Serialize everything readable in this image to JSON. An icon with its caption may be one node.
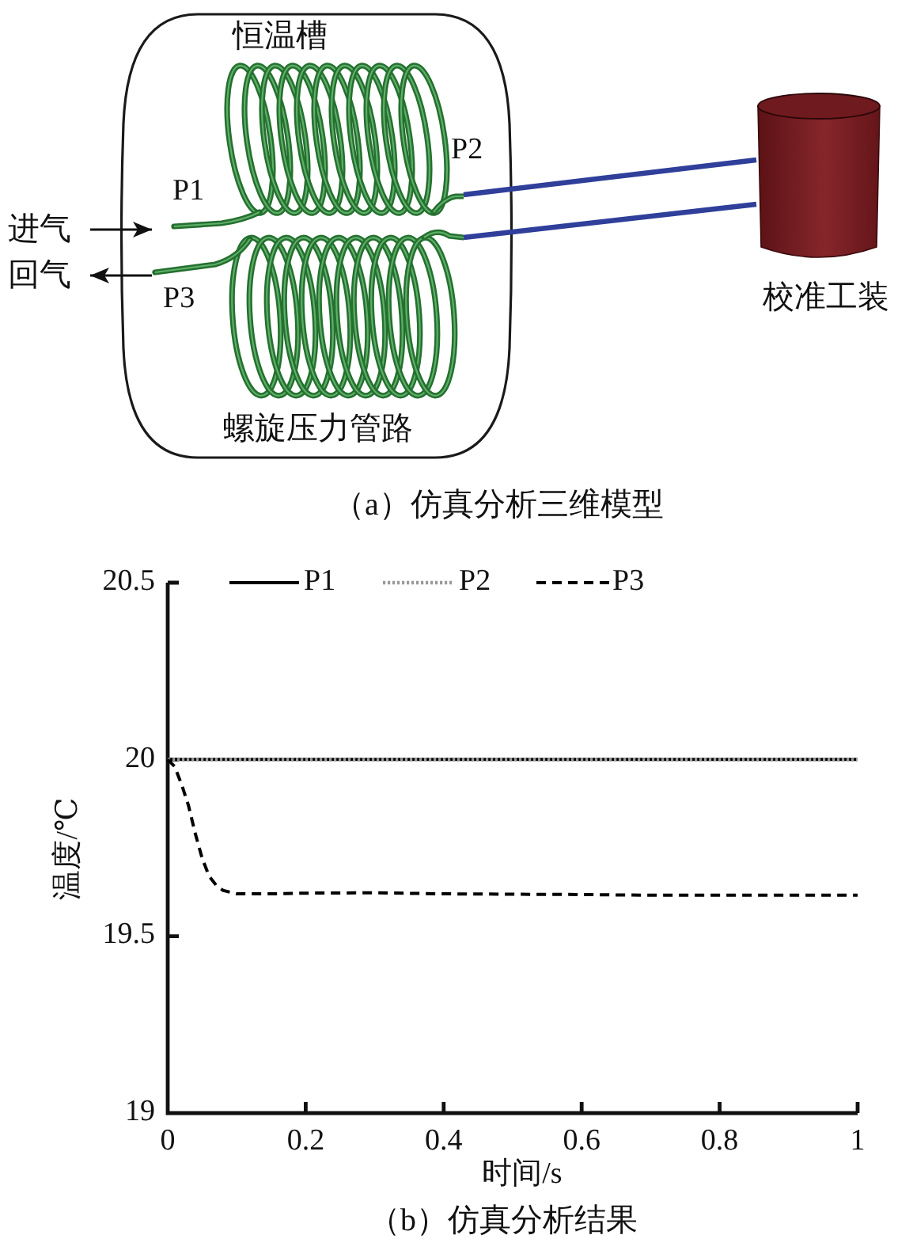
{
  "diagram": {
    "nodes": [
      {
        "text": [
          "恒温槽"
        ]
      },
      {
        "text": [
          "螺旋压力管路"
        ],
        "in": 0
      },
      {
        "text": [],
        "shape": "cylinder",
        "beside": [
          "校准工装"
        ]
      }
    ],
    "edges": [
      {
        "from": null,
        "to": 1,
        "arrow": "to",
        "label": "进气"
      },
      {
        "from": 1,
        "to": null,
        "arrow": "to",
        "label": "回气"
      },
      {
        "from": 1,
        "to": 2,
        "arrow": "none",
        "style": "thick",
        "color": "#2f3f9a"
      },
      {
        "from": 1,
        "to": 2,
        "arrow": "none",
        "style": "thick",
        "color": "#2f3f9a"
      }
    ],
    "labels": [
      "P1",
      "P2",
      "P3",
      "（a）仿真分析三维模型",
      "（b）仿真分析结果"
    ],
    "chart_data": {
      "type": "line",
      "xlabel": "时间/s",
      "ylabel": "温度/℃",
      "x": [
        0,
        0.01,
        0.02,
        0.03,
        0.04,
        0.05,
        0.06,
        0.07,
        0.08,
        0.1,
        0.15,
        0.2,
        0.3,
        0.4,
        0.5,
        0.6,
        0.7,
        0.8,
        0.9,
        1
      ],
      "series": [
        {
          "name": "P1",
          "color": "#000000",
          "line_style": "solid",
          "values": [
            20,
            20,
            20,
            20,
            20,
            20,
            20,
            20,
            20,
            20,
            20,
            20,
            20,
            20,
            20,
            20,
            20,
            20,
            20,
            20
          ]
        },
        {
          "name": "P2",
          "color": "#9a9a9a",
          "line_style": "dotted",
          "values": [
            20,
            20,
            20,
            20,
            20,
            20,
            20,
            20,
            20,
            20,
            20,
            20,
            20,
            20,
            20,
            20,
            20,
            20,
            20,
            20
          ]
        },
        {
          "name": "P3",
          "color": "#000000",
          "line_style": "dashed",
          "values": [
            20,
            19.98,
            19.93,
            19.87,
            19.79,
            19.72,
            19.67,
            19.645,
            19.63,
            19.62,
            19.62,
            19.622,
            19.623,
            19.62,
            19.619,
            19.618,
            19.616,
            19.616,
            19.616,
            19.616
          ]
        }
      ],
      "legend": true,
      "xlim": [
        0,
        1
      ],
      "ylim": [
        19,
        20.5
      ],
      "xticks": [
        0,
        0.2,
        0.4,
        0.6,
        0.8,
        1
      ],
      "yticks": [
        19,
        19.5,
        20,
        20.5
      ]
    }
  }
}
